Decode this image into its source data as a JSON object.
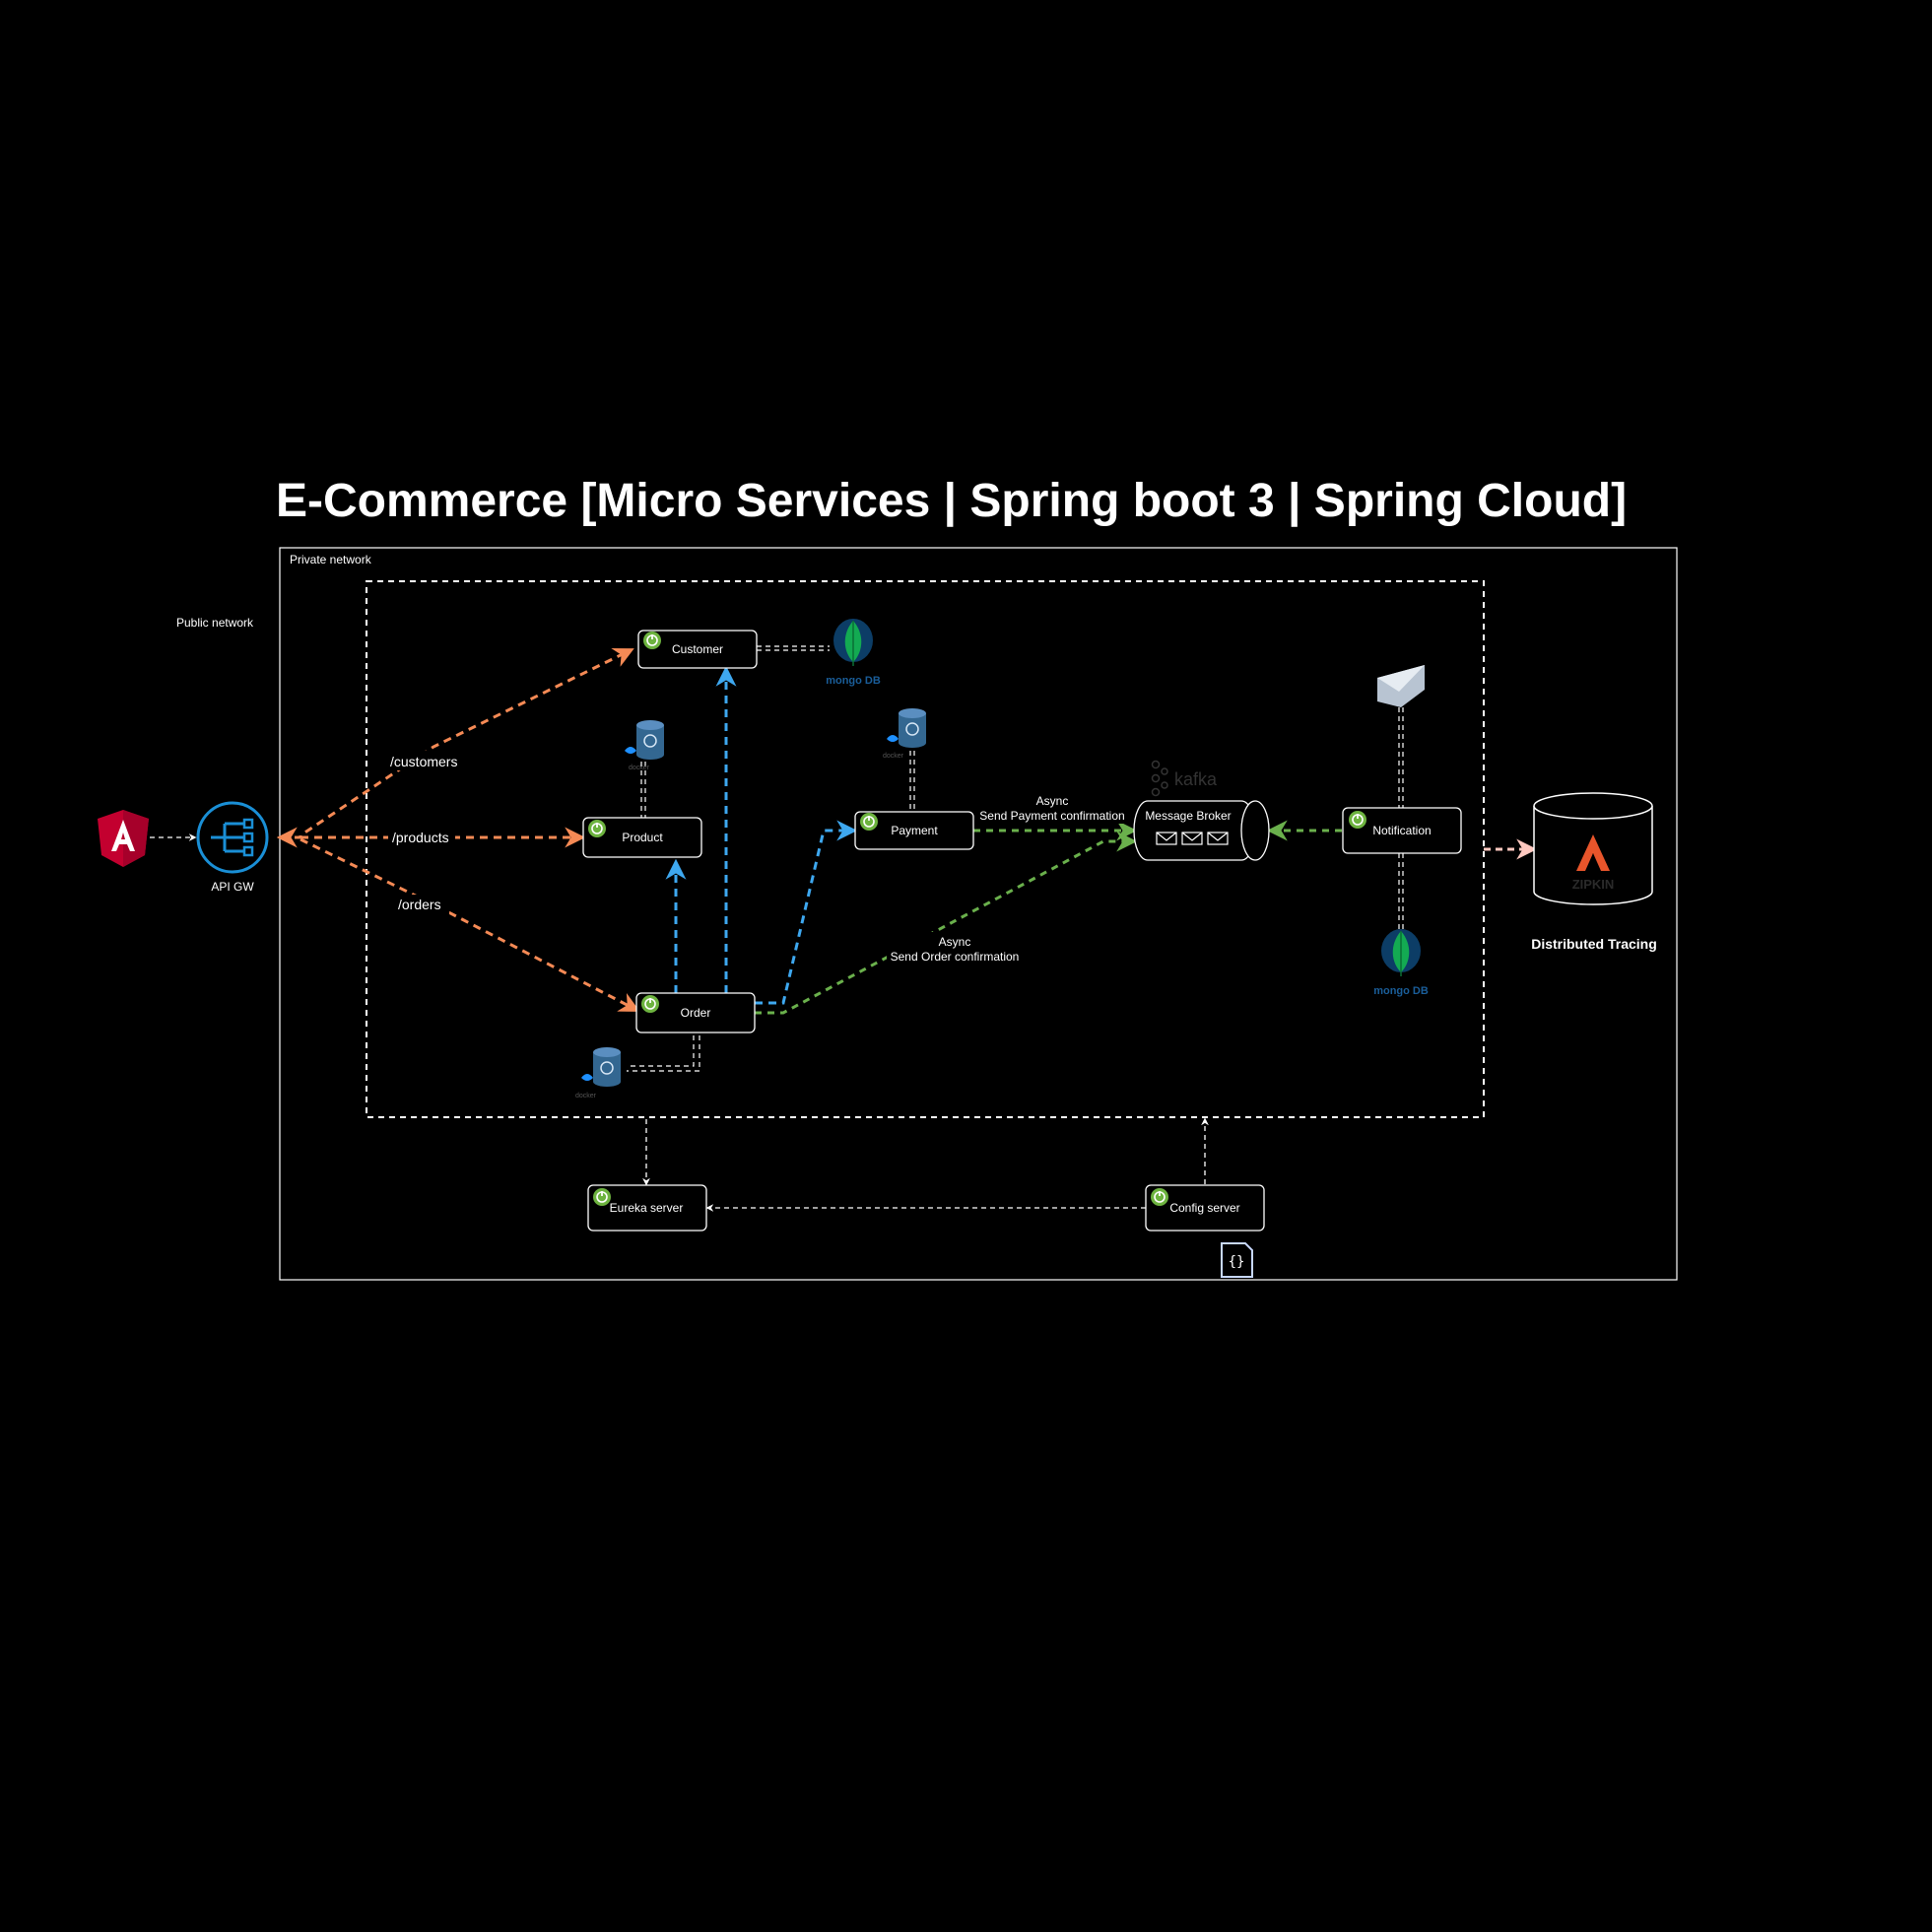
{
  "title": "E-Commerce [Micro Services | Spring boot 3 | Spring Cloud]",
  "zones": {
    "private": "Private network",
    "public": "Public network"
  },
  "gateway": {
    "label": "API GW"
  },
  "routes": {
    "customers": "/customers",
    "products": "/products",
    "orders": "/orders"
  },
  "services": {
    "customer": "Customer",
    "product": "Product",
    "order": "Order",
    "payment": "Payment",
    "notification": "Notification",
    "eureka": "Eureka server",
    "config": "Config server"
  },
  "broker": {
    "label": "Message Broker",
    "logo_text": "kafka"
  },
  "async_payment": {
    "line1": "Async",
    "line2": "Send Payment confirmation"
  },
  "async_order": {
    "line1": "Async",
    "line2": "Send Order confirmation"
  },
  "tracing": {
    "label": "Distributed Tracing",
    "logo_text": "ZIPKIN"
  },
  "db_logos": {
    "mongo": "mongo DB",
    "docker": "docker"
  },
  "config_icon_glyph": "{}",
  "colors": {
    "background": "#000000",
    "route": "#f58a55",
    "sync": "#3ea8f0",
    "async": "#6ab04c",
    "spring": "#6db33f",
    "angular": "#c3002f",
    "gateway": "#1a8fd6",
    "zipkin": "#e8552b",
    "mongo_leaf": "#13aa52",
    "mongo_text": "#1a5e9a",
    "postgres": "#336791"
  }
}
